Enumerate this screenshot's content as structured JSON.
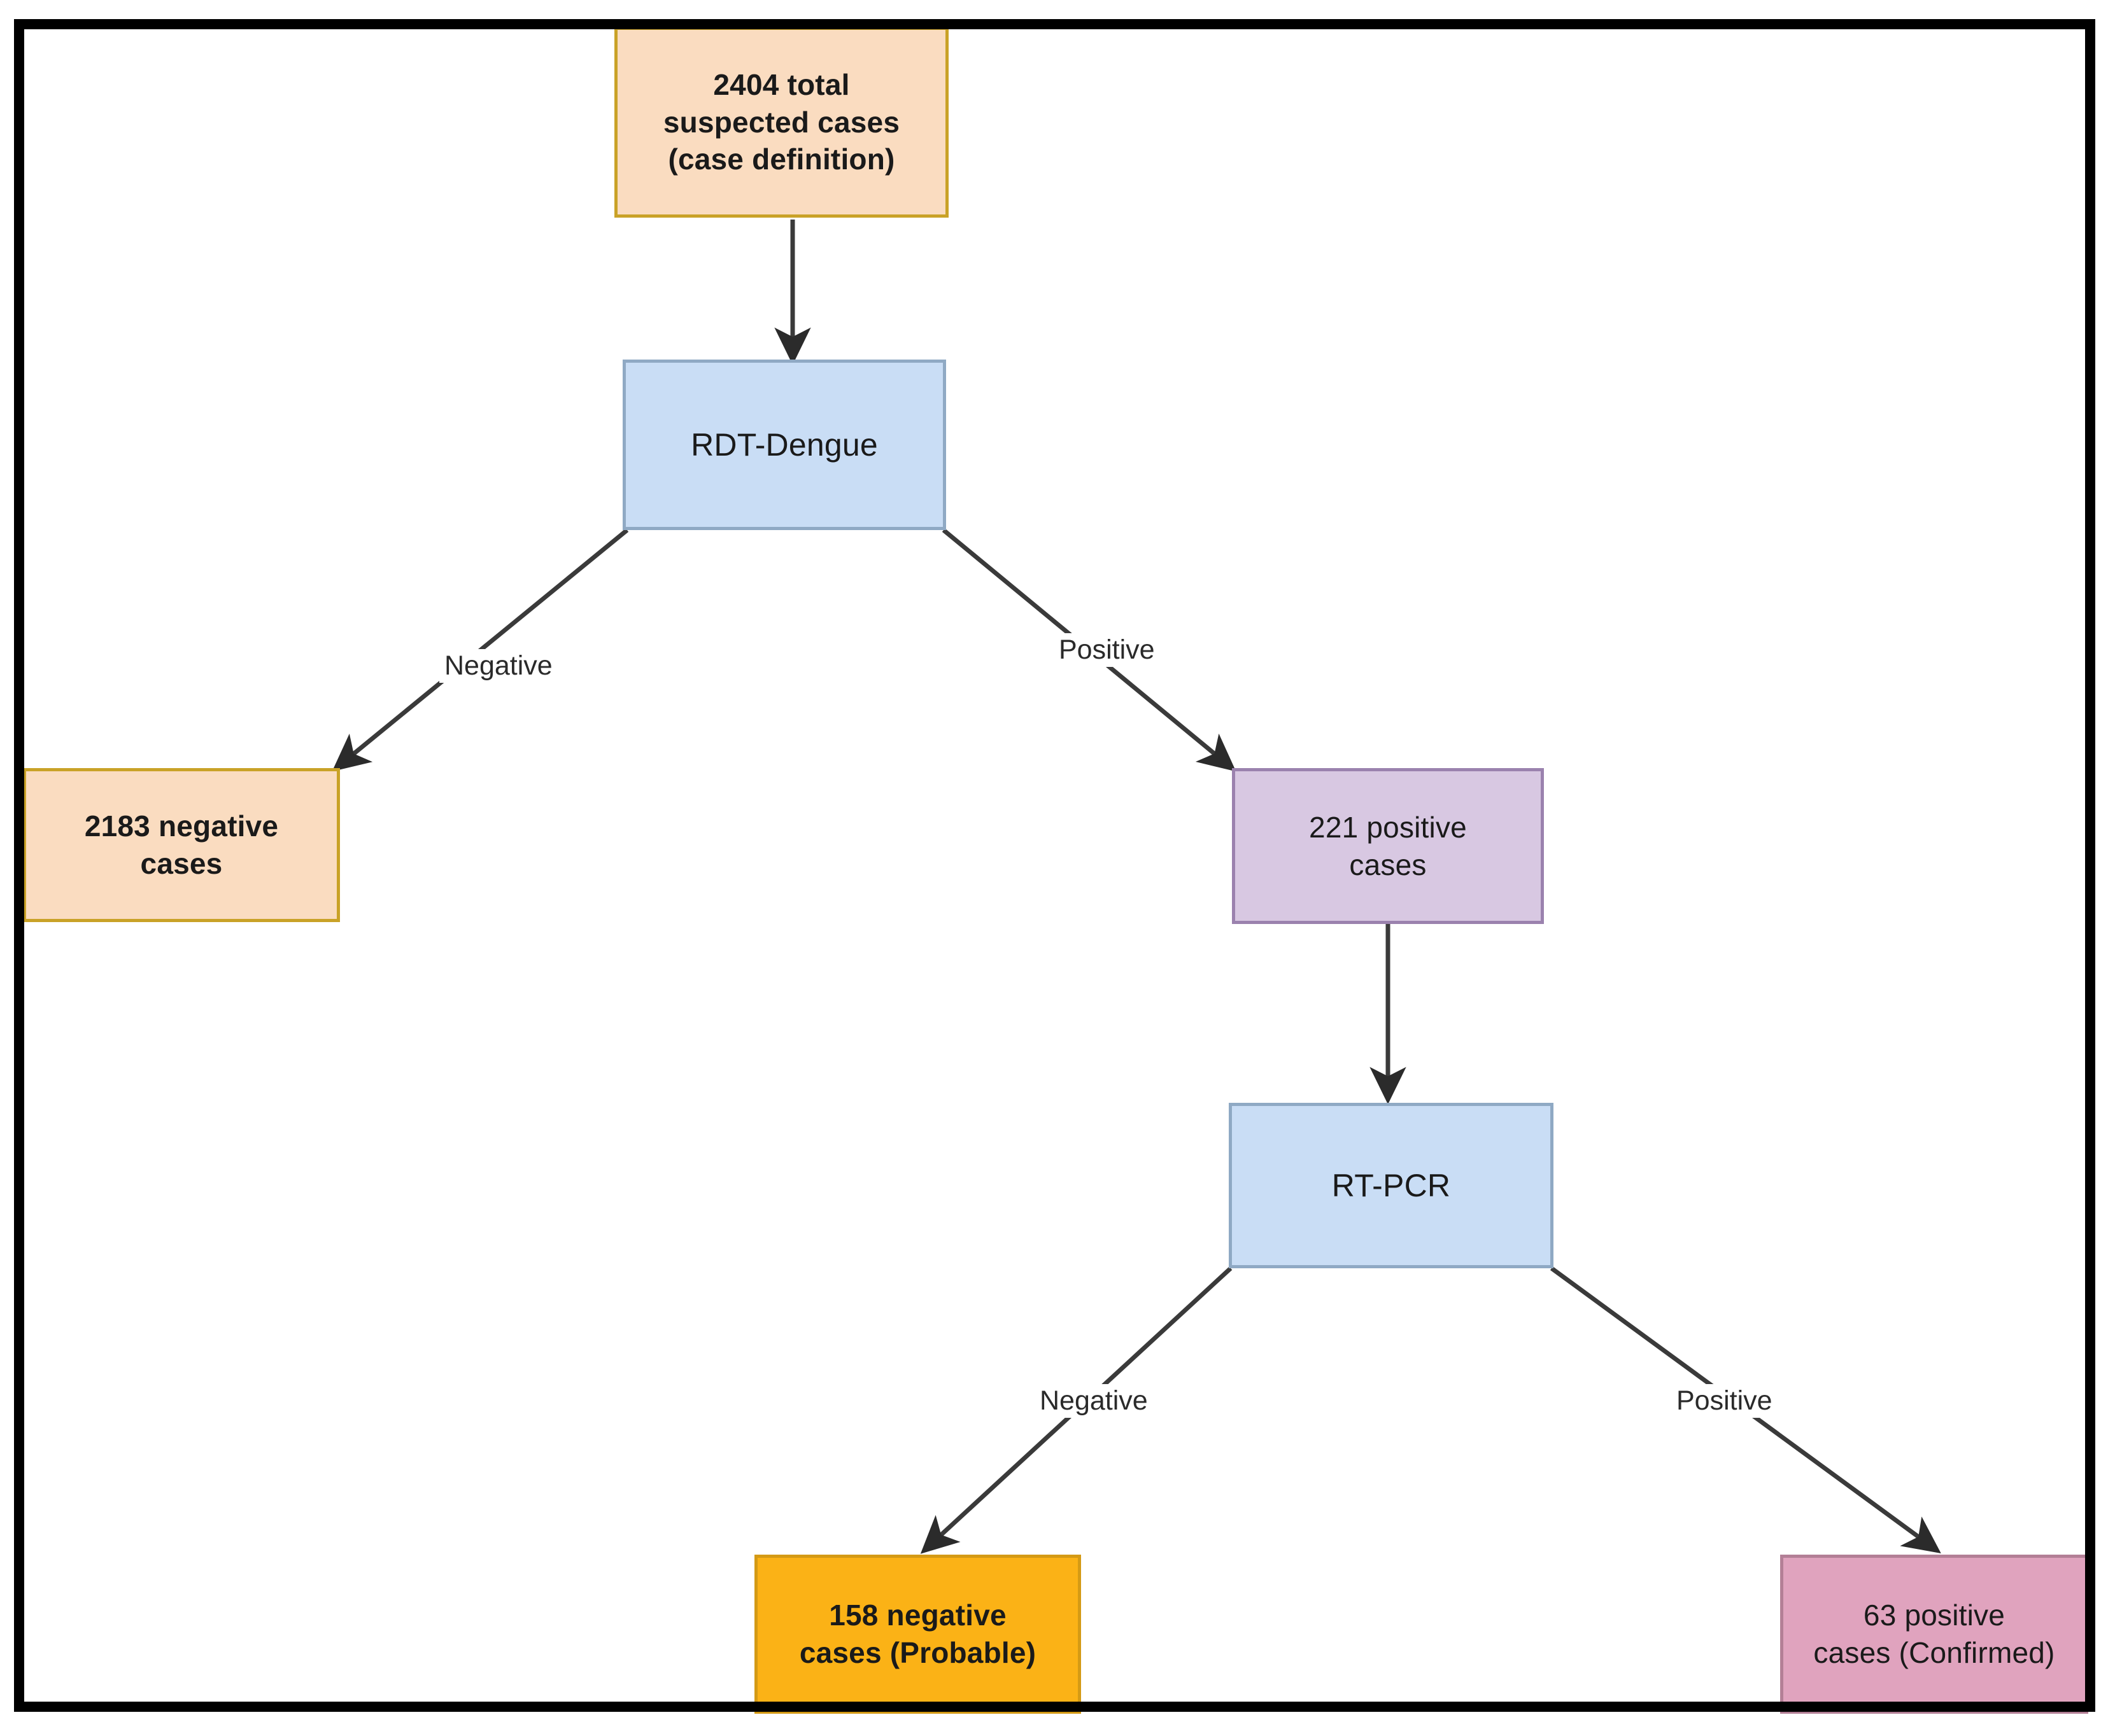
{
  "diagram": {
    "title": "Dengue case classification flowchart",
    "frame_color": "#000000",
    "background": "#ffffff",
    "edge_color": "#3a3a3a",
    "nodes": [
      {
        "id": "total-suspected",
        "label": "2404 total\nsuspected cases\n(case definition)",
        "fill": "#fadcc0",
        "border": "#c9a227"
      },
      {
        "id": "rdt-dengue",
        "label": "RDT-Dengue",
        "fill": "#c9ddf5",
        "border": "#8fa9c4"
      },
      {
        "id": "negative-2183",
        "label": "2183 negative\ncases",
        "fill": "#fadcc0",
        "border": "#c9a227"
      },
      {
        "id": "positive-221",
        "label": "221 positive\ncases",
        "fill": "#d8c8e2",
        "border": "#9b82ae"
      },
      {
        "id": "rt-pcr",
        "label": "RT-PCR",
        "fill": "#c9ddf5",
        "border": "#8fa9c4"
      },
      {
        "id": "negative-158",
        "label": "158 negative\ncases (Probable)",
        "fill": "#fbb216",
        "border": "#d49a15"
      },
      {
        "id": "positive-63",
        "label": "63 positive\ncases (Confirmed)",
        "fill": "#e0a3be",
        "border": "#b37f96"
      }
    ],
    "edges": [
      {
        "id": "e-total-rdt",
        "label": "",
        "from": "total-suspected",
        "to": "rdt-dengue"
      },
      {
        "id": "e-rdt-negative",
        "label": "Negative",
        "from": "rdt-dengue",
        "to": "negative-2183"
      },
      {
        "id": "e-rdt-positive",
        "label": "Positive",
        "from": "rdt-dengue",
        "to": "positive-221"
      },
      {
        "id": "e-221-rtpcr",
        "label": "",
        "from": "positive-221",
        "to": "rt-pcr"
      },
      {
        "id": "e-rtpcr-negative",
        "label": "Negative",
        "from": "rt-pcr",
        "to": "negative-158"
      },
      {
        "id": "e-rtpcr-positive",
        "label": "Positive",
        "from": "rt-pcr",
        "to": "positive-63"
      }
    ]
  }
}
